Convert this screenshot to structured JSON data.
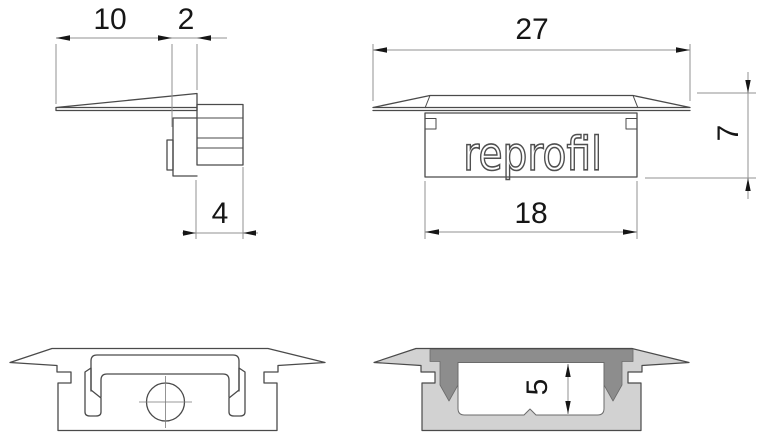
{
  "brand": {
    "logo_text": "reprofil"
  },
  "dimensions": {
    "side_view": {
      "top_width": "10",
      "flange_thickness": "2",
      "bottom_width": "4"
    },
    "front_view": {
      "overall_width": "27",
      "height": "7",
      "body_width": "18"
    },
    "section_view": {
      "inner_depth": "5"
    }
  },
  "colors": {
    "background": "#ffffff",
    "outline": "#4a4a4a",
    "dimension": "#909090",
    "text": "#161616",
    "fill_light": "#d2d2d2",
    "fill_dark": "#8d8d8d"
  }
}
